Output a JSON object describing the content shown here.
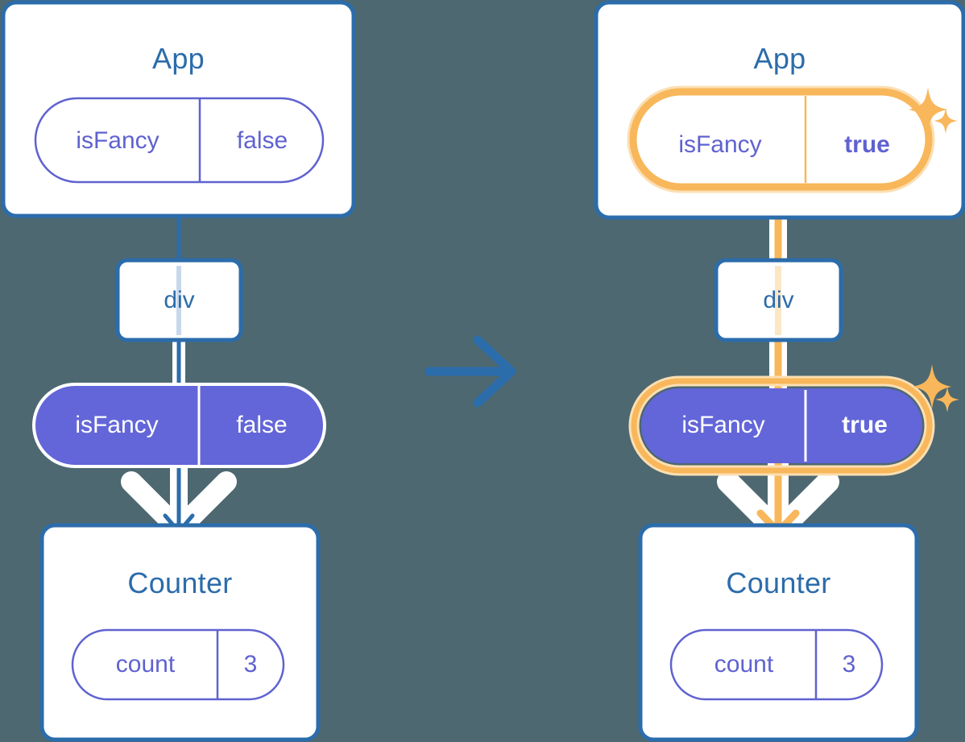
{
  "diagram": {
    "title": "React state update propagation",
    "type": "component-tree-diagram",
    "transition_icon": "arrow-right-icon",
    "colors": {
      "background": "#4d6870",
      "box_border": "#2b6cab",
      "box_fill": "#ffffff",
      "title_text": "#2b6cab",
      "pill_outline": "#5f62d0",
      "pill_fill": "#6366d8",
      "pill_fill_text": "#ffffff",
      "highlight": "#f8b75a",
      "highlight_glow": "#fbdfb3",
      "edge_line": "#2b6cab",
      "edge_line_faint": "#c8d8ec",
      "arrow_halo": "#ffffff"
    }
  },
  "before": {
    "label": "before-state",
    "app": {
      "title": "App",
      "state": {
        "key": "isFancy",
        "value": "false",
        "highlighted": false,
        "style": "outline"
      }
    },
    "div": {
      "title": "div"
    },
    "prop": {
      "key": "isFancy",
      "value": "false",
      "highlighted": false,
      "style": "filled"
    },
    "counter": {
      "title": "Counter",
      "state": {
        "key": "count",
        "value": "3",
        "highlighted": false,
        "style": "outline"
      }
    },
    "sparkles": []
  },
  "after": {
    "label": "after-state",
    "app": {
      "title": "App",
      "state": {
        "key": "isFancy",
        "value": "true",
        "highlighted": true,
        "style": "outline"
      }
    },
    "div": {
      "title": "div"
    },
    "prop": {
      "key": "isFancy",
      "value": "true",
      "highlighted": true,
      "style": "filled"
    },
    "counter": {
      "title": "Counter",
      "state": {
        "key": "count",
        "value": "3",
        "highlighted": false,
        "style": "outline"
      }
    },
    "sparkles": [
      "sparkle-large",
      "sparkle-small",
      "sparkle-large",
      "sparkle-small"
    ]
  }
}
